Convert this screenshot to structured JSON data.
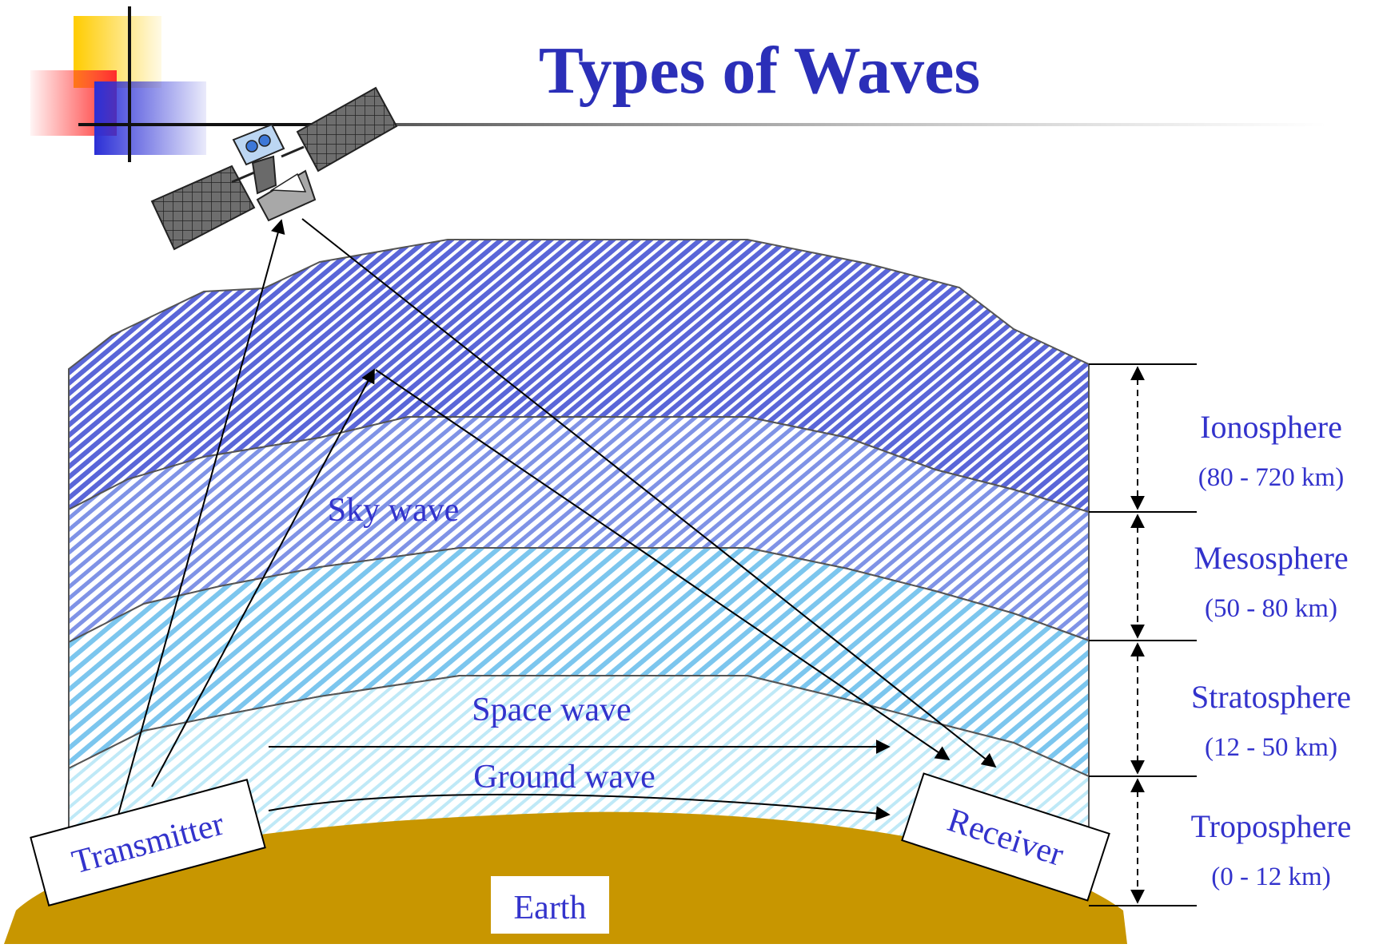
{
  "title": "Types of Waves",
  "colors": {
    "title": "#2b2fb8",
    "label": "#3333cc",
    "earth": "#c89600",
    "ionosphere": "#5a66d8",
    "mesosphere": "#7f93e6",
    "stratosphere": "#7cc6ee",
    "troposphere": "#c9eef8"
  },
  "layers": [
    {
      "name": "Ionosphere",
      "range": "(80 - 720 km)"
    },
    {
      "name": "Mesosphere",
      "range": "(50 - 80 km)"
    },
    {
      "name": "Stratosphere",
      "range": "(12 - 50 km)"
    },
    {
      "name": "Troposphere",
      "range": "(0 - 12 km)"
    }
  ],
  "waves": {
    "sky": "Sky wave",
    "space": "Space wave",
    "ground": "Ground wave"
  },
  "labels": {
    "transmitter": "Transmitter",
    "receiver": "Receiver",
    "earth": "Earth"
  },
  "icons": {
    "satellite": "satellite-icon",
    "logo": "slide-corner-logo"
  }
}
